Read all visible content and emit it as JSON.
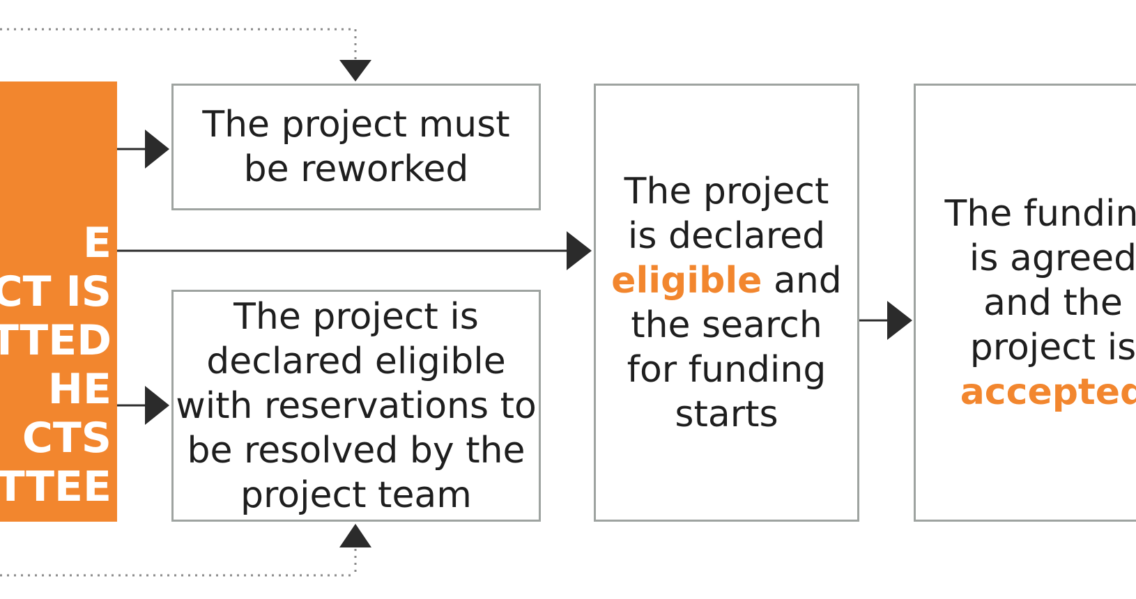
{
  "committee_box": {
    "lines": [
      "E",
      "CT IS",
      "TTED",
      "HE",
      "CTS",
      "TTEE"
    ]
  },
  "rework_box": {
    "line1": "The project must",
    "line2": "be reworked"
  },
  "reservations_box": {
    "line1": "The project is",
    "line2": "declared eligible",
    "line3": "with reservations to",
    "line4": "be resolved by the",
    "line5": "project team"
  },
  "eligible_box": {
    "line1": "The project",
    "line2": "is declared",
    "highlight": "eligible",
    "line3_rest": " and",
    "line4": "the search",
    "line5": "for funding",
    "line6": "starts"
  },
  "funding_box": {
    "line1": "The funding",
    "line2": "is agreed",
    "line3": "and the",
    "line4": "project is",
    "highlight": "accepted"
  },
  "colors": {
    "accent": "#f2862e",
    "box_border": "#9ea3a0",
    "arrow": "#2b2b2b",
    "text": "#1e1e1e"
  }
}
